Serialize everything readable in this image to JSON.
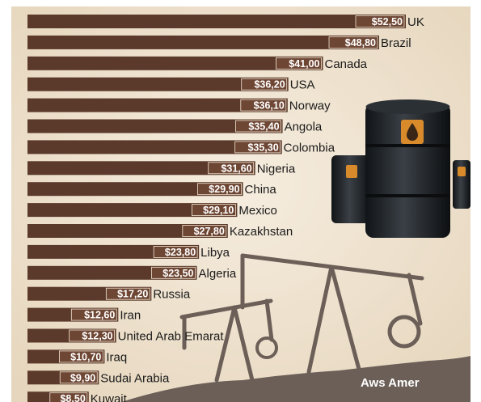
{
  "chart_data": {
    "type": "bar",
    "orientation": "horizontal",
    "currency_symbol": "$",
    "categories": [
      "UK",
      "Brazil",
      "Canada",
      "USA",
      "Norway",
      "Angola",
      "Colombia",
      "Nigeria",
      "China",
      "Mexico",
      "Kazakhstan",
      "Libya",
      "Algeria",
      "Russia",
      "Iran",
      "United Arab Emarat",
      "Iraq",
      "Sudai Arabia",
      "Kuwait"
    ],
    "values": [
      52.5,
      48.8,
      41.0,
      36.2,
      36.1,
      35.4,
      35.3,
      31.6,
      29.9,
      29.1,
      27.8,
      23.8,
      23.5,
      17.2,
      12.6,
      12.3,
      10.7,
      9.9,
      8.5
    ],
    "value_labels": [
      "$52,50",
      "$48,80",
      "$41,00",
      "$36,20",
      "$36,10",
      "$35,40",
      "$35,30",
      "$31,60",
      "$29,90",
      "$29,10",
      "$27,80",
      "$23,80",
      "$23,50",
      "$17,20",
      "$12,60",
      "$12,30",
      "$10,70",
      "$9,90",
      "$8,50"
    ],
    "xlim": [
      0,
      52.5
    ],
    "title": "",
    "xlabel": "",
    "ylabel": "",
    "grid": false,
    "legend": "none"
  },
  "colors": {
    "background": "#efe3d0",
    "bar": "#5b3a2b",
    "bar_value_box": "#6e4634",
    "silhouette": "#6b5f58",
    "barrel": "#1e2226",
    "barrel_label": "#d98a2b"
  },
  "illustration": {
    "elements": [
      "oil-barrel-icon",
      "oil-pumpjack-icon"
    ]
  },
  "watermark": "Aws Amer"
}
